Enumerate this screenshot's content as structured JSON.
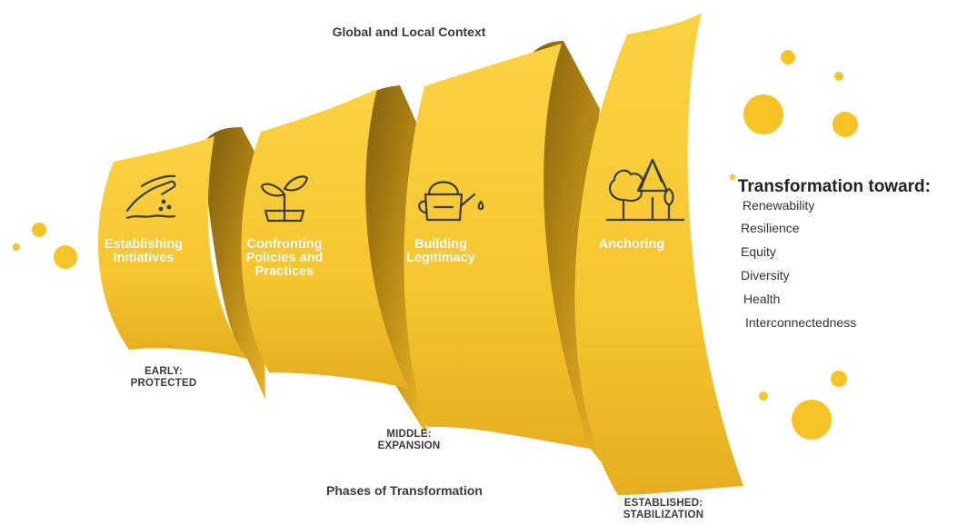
{
  "labels": {
    "top": "Global and Local Context",
    "bottom": "Phases of Transformation"
  },
  "phases": [
    {
      "name": "Establishing\nInitiatives",
      "icon": "seed-planting-icon"
    },
    {
      "name": "Confronting\nPolicies and\nPractices",
      "icon": "sprout-icon"
    },
    {
      "name": "Building\nLegitimacy",
      "icon": "watering-can-icon"
    },
    {
      "name": "Anchoring",
      "icon": "trees-icon"
    }
  ],
  "stages": {
    "early": "EARLY:\nPROTECTED",
    "middle": "MIDDLE:\nEXPANSION",
    "established": "ESTABLISHED:\nSTABILIZATION"
  },
  "transformation": {
    "asterisk": "*",
    "title": "Transformation toward:",
    "items": [
      "Renewability",
      "Resilience",
      "Equity",
      "Diversity",
      "Health",
      "Interconnectedness"
    ]
  },
  "colors": {
    "band_light": "#f9cd3b",
    "band_mid": "#efba28",
    "band_dark": "#b58815",
    "band_shadow": "#8f6a10",
    "dots": "#f7c326",
    "text": "#3a3a3a"
  }
}
